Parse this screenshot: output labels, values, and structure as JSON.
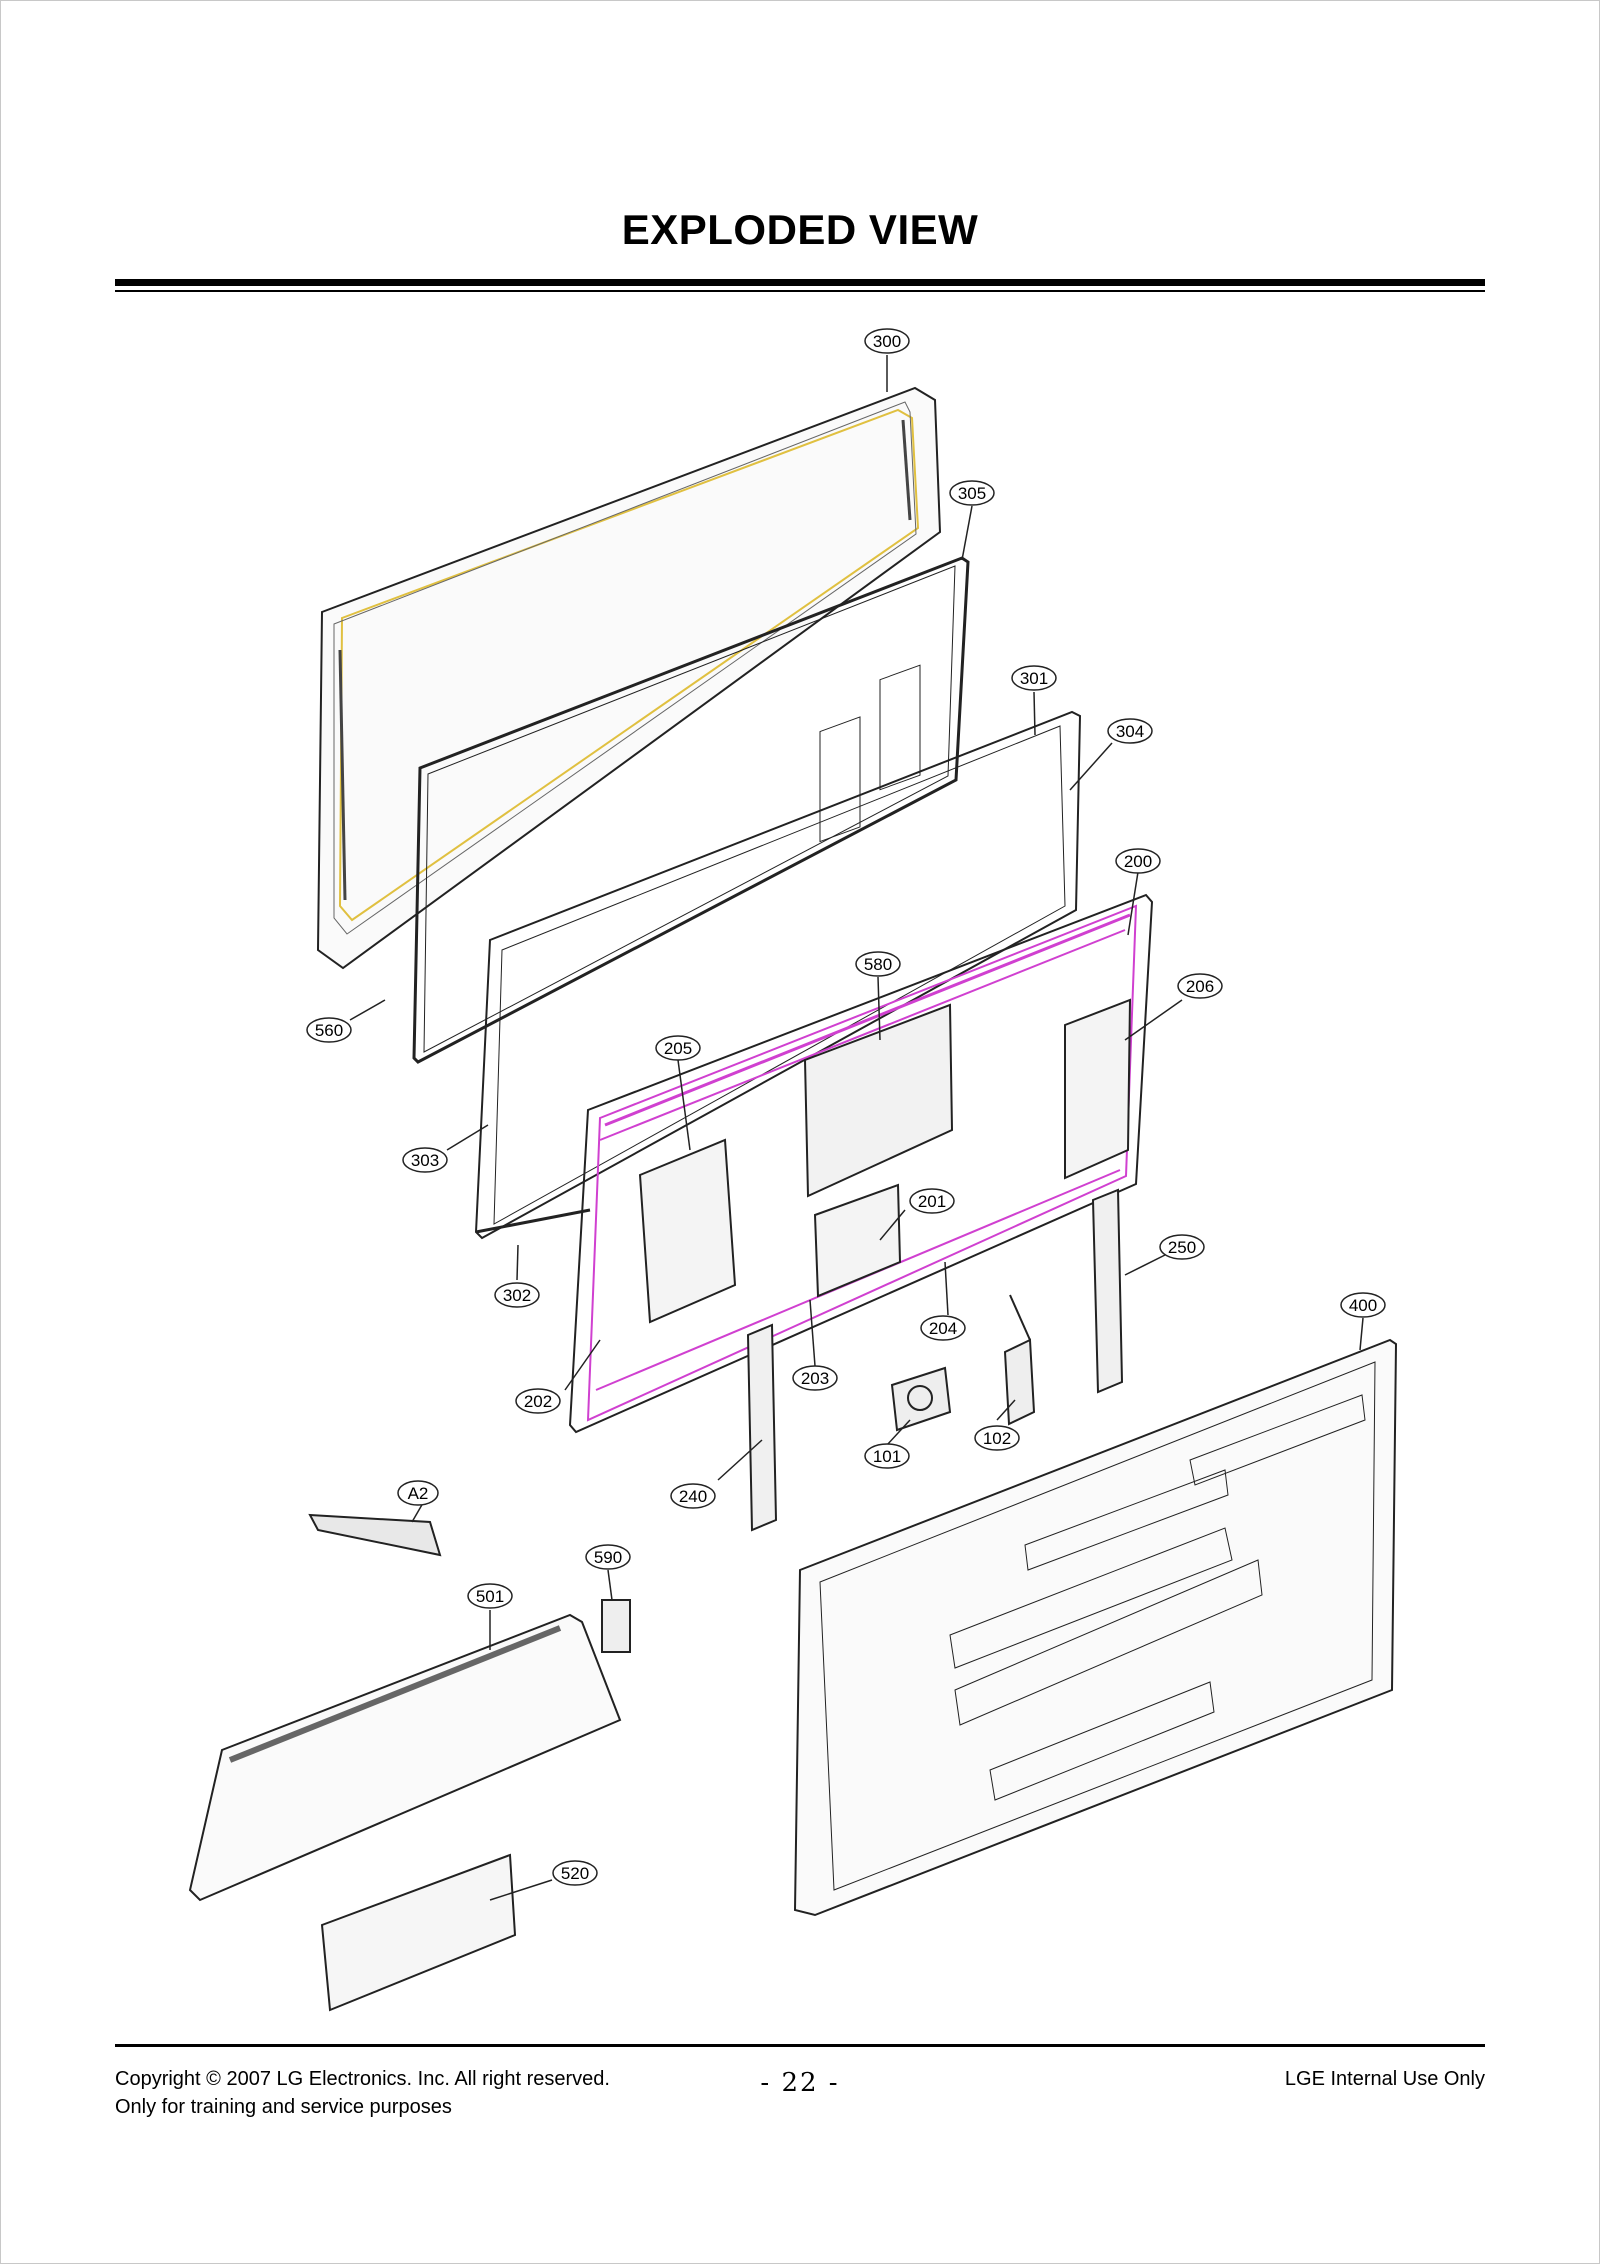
{
  "title": "EXPLODED VIEW",
  "callouts": [
    {
      "id": "300"
    },
    {
      "id": "305"
    },
    {
      "id": "301"
    },
    {
      "id": "304"
    },
    {
      "id": "200"
    },
    {
      "id": "206"
    },
    {
      "id": "580"
    },
    {
      "id": "205"
    },
    {
      "id": "560"
    },
    {
      "id": "303"
    },
    {
      "id": "201"
    },
    {
      "id": "250"
    },
    {
      "id": "302"
    },
    {
      "id": "204"
    },
    {
      "id": "400"
    },
    {
      "id": "203"
    },
    {
      "id": "202"
    },
    {
      "id": "102"
    },
    {
      "id": "101"
    },
    {
      "id": "240"
    },
    {
      "id": "A2"
    },
    {
      "id": "590"
    },
    {
      "id": "501"
    },
    {
      "id": "520"
    }
  ],
  "footer": {
    "copyright": "Copyright © 2007 LG Electronics. Inc. All right reserved.",
    "purpose": "Only for training and service purposes",
    "page_number": "- 22 -",
    "internal": "LGE Internal Use Only"
  },
  "colors": {
    "wiring": "#d040d0",
    "glass_edge": "#e0c040",
    "line": "#222222"
  }
}
